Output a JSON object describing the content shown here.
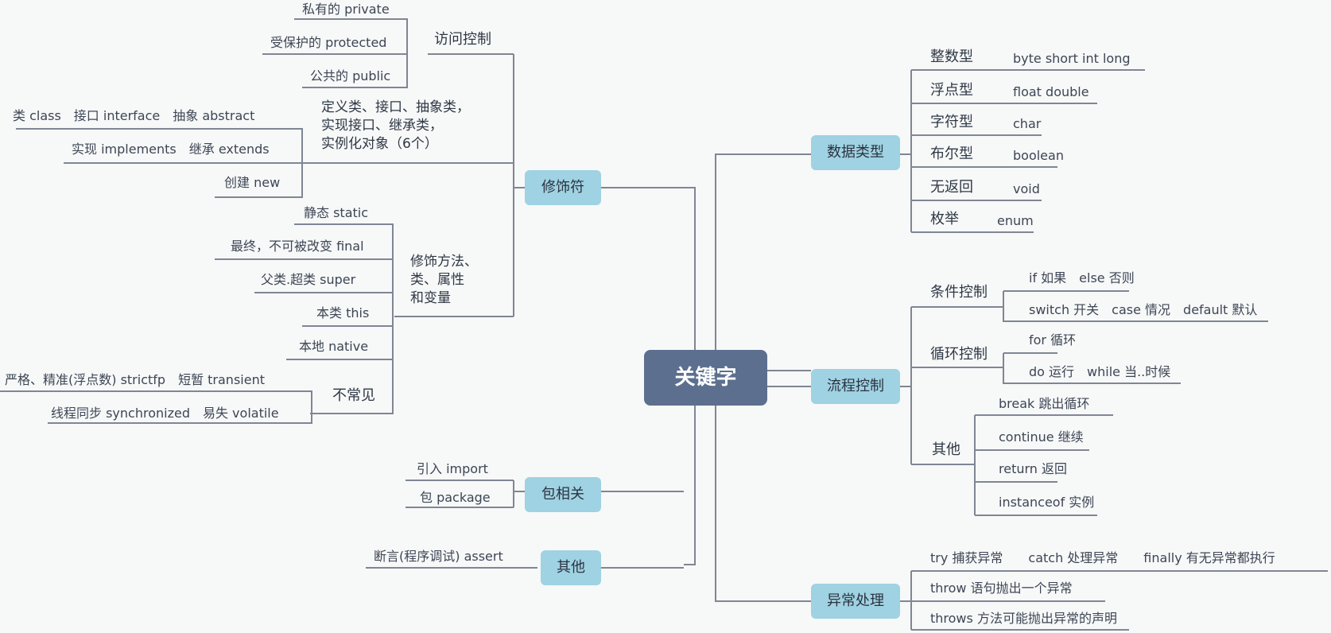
{
  "root": "关键字",
  "branches": {
    "modifier": {
      "label": "修饰符",
      "access": {
        "label": "访问控制",
        "items": [
          "私有的 private",
          "受保护的 protected",
          "公共的 public"
        ]
      },
      "define": {
        "label": "定义类、接口、抽象类，\n实现接口、继承类，\n实例化对象（6个）",
        "items": [
          "类 class　接口 interface　抽象 abstract",
          "实现 implements　继承 extends",
          "创建 new"
        ]
      },
      "decorate": {
        "label": "修饰方法、\n类、属性\n和变量",
        "items": [
          "静态 static",
          "最终，不可被改变 final",
          "父类.超类 super",
          "本类 this",
          "本地 native"
        ]
      },
      "rare": {
        "label": "不常见",
        "items": [
          "严格、精准(浮点数) strictfp　短暂 transient",
          "线程同步 synchronized　易失 volatile"
        ]
      }
    },
    "package": {
      "label": "包相关",
      "items": [
        "引入 import",
        "包 package"
      ]
    },
    "other_left": {
      "label": "其他",
      "items": [
        "断言(程序调试) assert"
      ]
    },
    "datatype": {
      "label": "数据类型",
      "rows": [
        {
          "name": "整数型",
          "value": "byte short int long"
        },
        {
          "name": "浮点型",
          "value": "float double"
        },
        {
          "name": "字符型",
          "value": "char"
        },
        {
          "name": "布尔型",
          "value": "boolean"
        },
        {
          "name": "无返回",
          "value": "void"
        },
        {
          "name": "枚举",
          "value": "enum"
        }
      ]
    },
    "flow": {
      "label": "流程控制",
      "condition": {
        "label": "条件控制",
        "items": [
          "if 如果　else 否则",
          "switch 开关　case 情况　default 默认"
        ]
      },
      "loop": {
        "label": "循环控制",
        "items": [
          "for 循环",
          "do 运行　while 当..时候"
        ]
      },
      "other": {
        "label": "其他",
        "items": [
          "break 跳出循环",
          "continue 继续",
          "return 返回",
          "instanceof 实例"
        ]
      }
    },
    "exception": {
      "label": "异常处理",
      "items": [
        "try 捕获异常　　catch 处理异常　　finally 有无异常都执行",
        "throw 语句抛出一个异常",
        "throws 方法可能抛出异常的声明"
      ]
    }
  },
  "colors": {
    "root": "#5c6f8f",
    "node": "#9fd2e2",
    "line": "#7f8694"
  }
}
